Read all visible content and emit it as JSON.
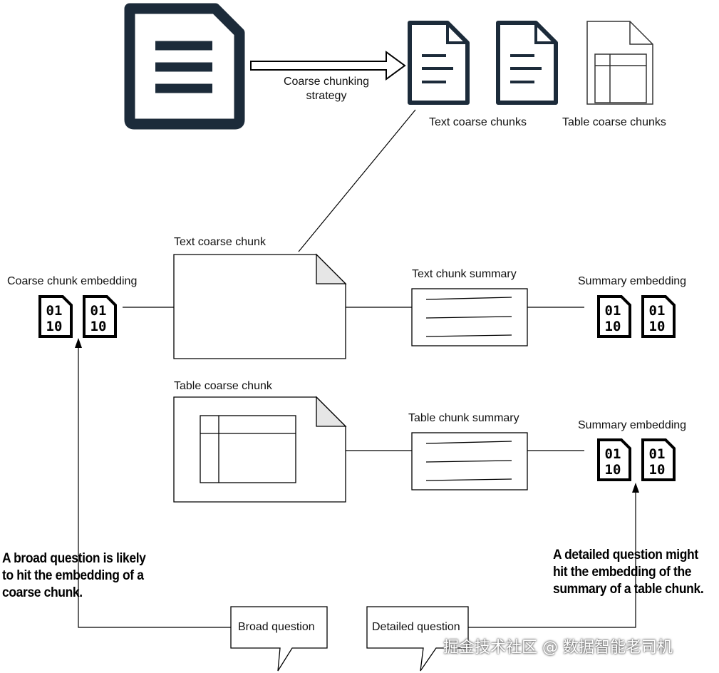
{
  "labels": {
    "coarse_chunking_line1": "Coarse chunking",
    "coarse_chunking_line2": "strategy",
    "text_coarse_chunks": "Text coarse chunks",
    "table_coarse_chunks": "Table coarse chunks",
    "text_coarse_chunk": "Text coarse chunk",
    "table_coarse_chunk": "Table coarse chunk",
    "coarse_chunk_embedding": "Coarse chunk embedding",
    "text_chunk_summary": "Text chunk summary",
    "table_chunk_summary": "Table chunk summary",
    "summary_embedding_top": "Summary embedding",
    "summary_embedding_bottom": "Summary embedding",
    "broad_question": "Broad question",
    "detailed_question": "Detailed question"
  },
  "notes": {
    "broad_line1": "A broad question is likely",
    "broad_line2": "to hit the embedding of a",
    "broad_line3": "coarse chunk.",
    "detailed_line1": "A detailed question might",
    "detailed_line2": "hit the embedding of the",
    "detailed_line3": "summary of a table chunk."
  },
  "embedding_glyph": {
    "row1": "01",
    "row2": "10"
  },
  "watermark": "掘金技术社区 @ 数据智能老司机",
  "icons": {
    "source_document": "document-lines-icon",
    "embedding": "binary-file-icon"
  },
  "colors": {
    "document_dark": "#1c2b3a",
    "line": "#000000"
  }
}
